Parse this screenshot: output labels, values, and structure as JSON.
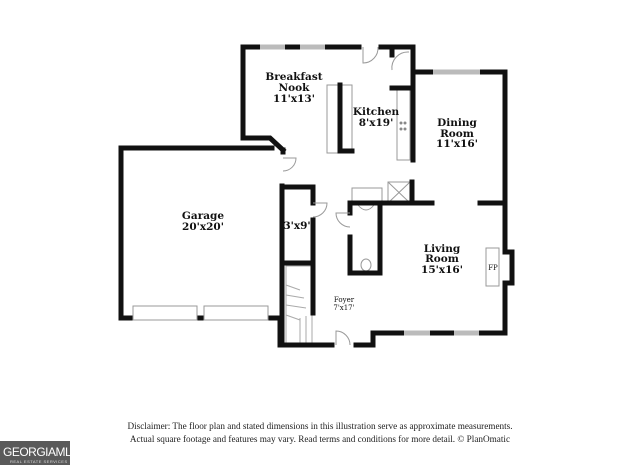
{
  "rooms": {
    "breakfast": {
      "name1": "Breakfast",
      "name2": "Nook",
      "dim": "11'x13'"
    },
    "kitchen": {
      "name": "Kitchen",
      "dim": "8'x19'"
    },
    "dining": {
      "name1": "Dining",
      "name2": "Room",
      "dim": "11'x16'"
    },
    "garage": {
      "name": "Garage",
      "dim": "20'x20'"
    },
    "closet": {
      "dim": "3'x9'"
    },
    "living": {
      "name1": "Living",
      "name2": "Room",
      "dim": "15'x16'"
    },
    "foyer": {
      "name": "Foyer",
      "dim": "7'x17'"
    },
    "fireplace": {
      "label": "FP"
    }
  },
  "disclaimer": {
    "line1": "Disclaimer: The floor plan and stated dimensions in this illustration serve as approximate measurements.",
    "line2": "Actual square footage and features may vary. Read terms and conditions for more detail. © PlanOmatic"
  },
  "logo": {
    "text": "GEORGIAMLS",
    "subtext": "REAL ESTATE SERVICES"
  }
}
